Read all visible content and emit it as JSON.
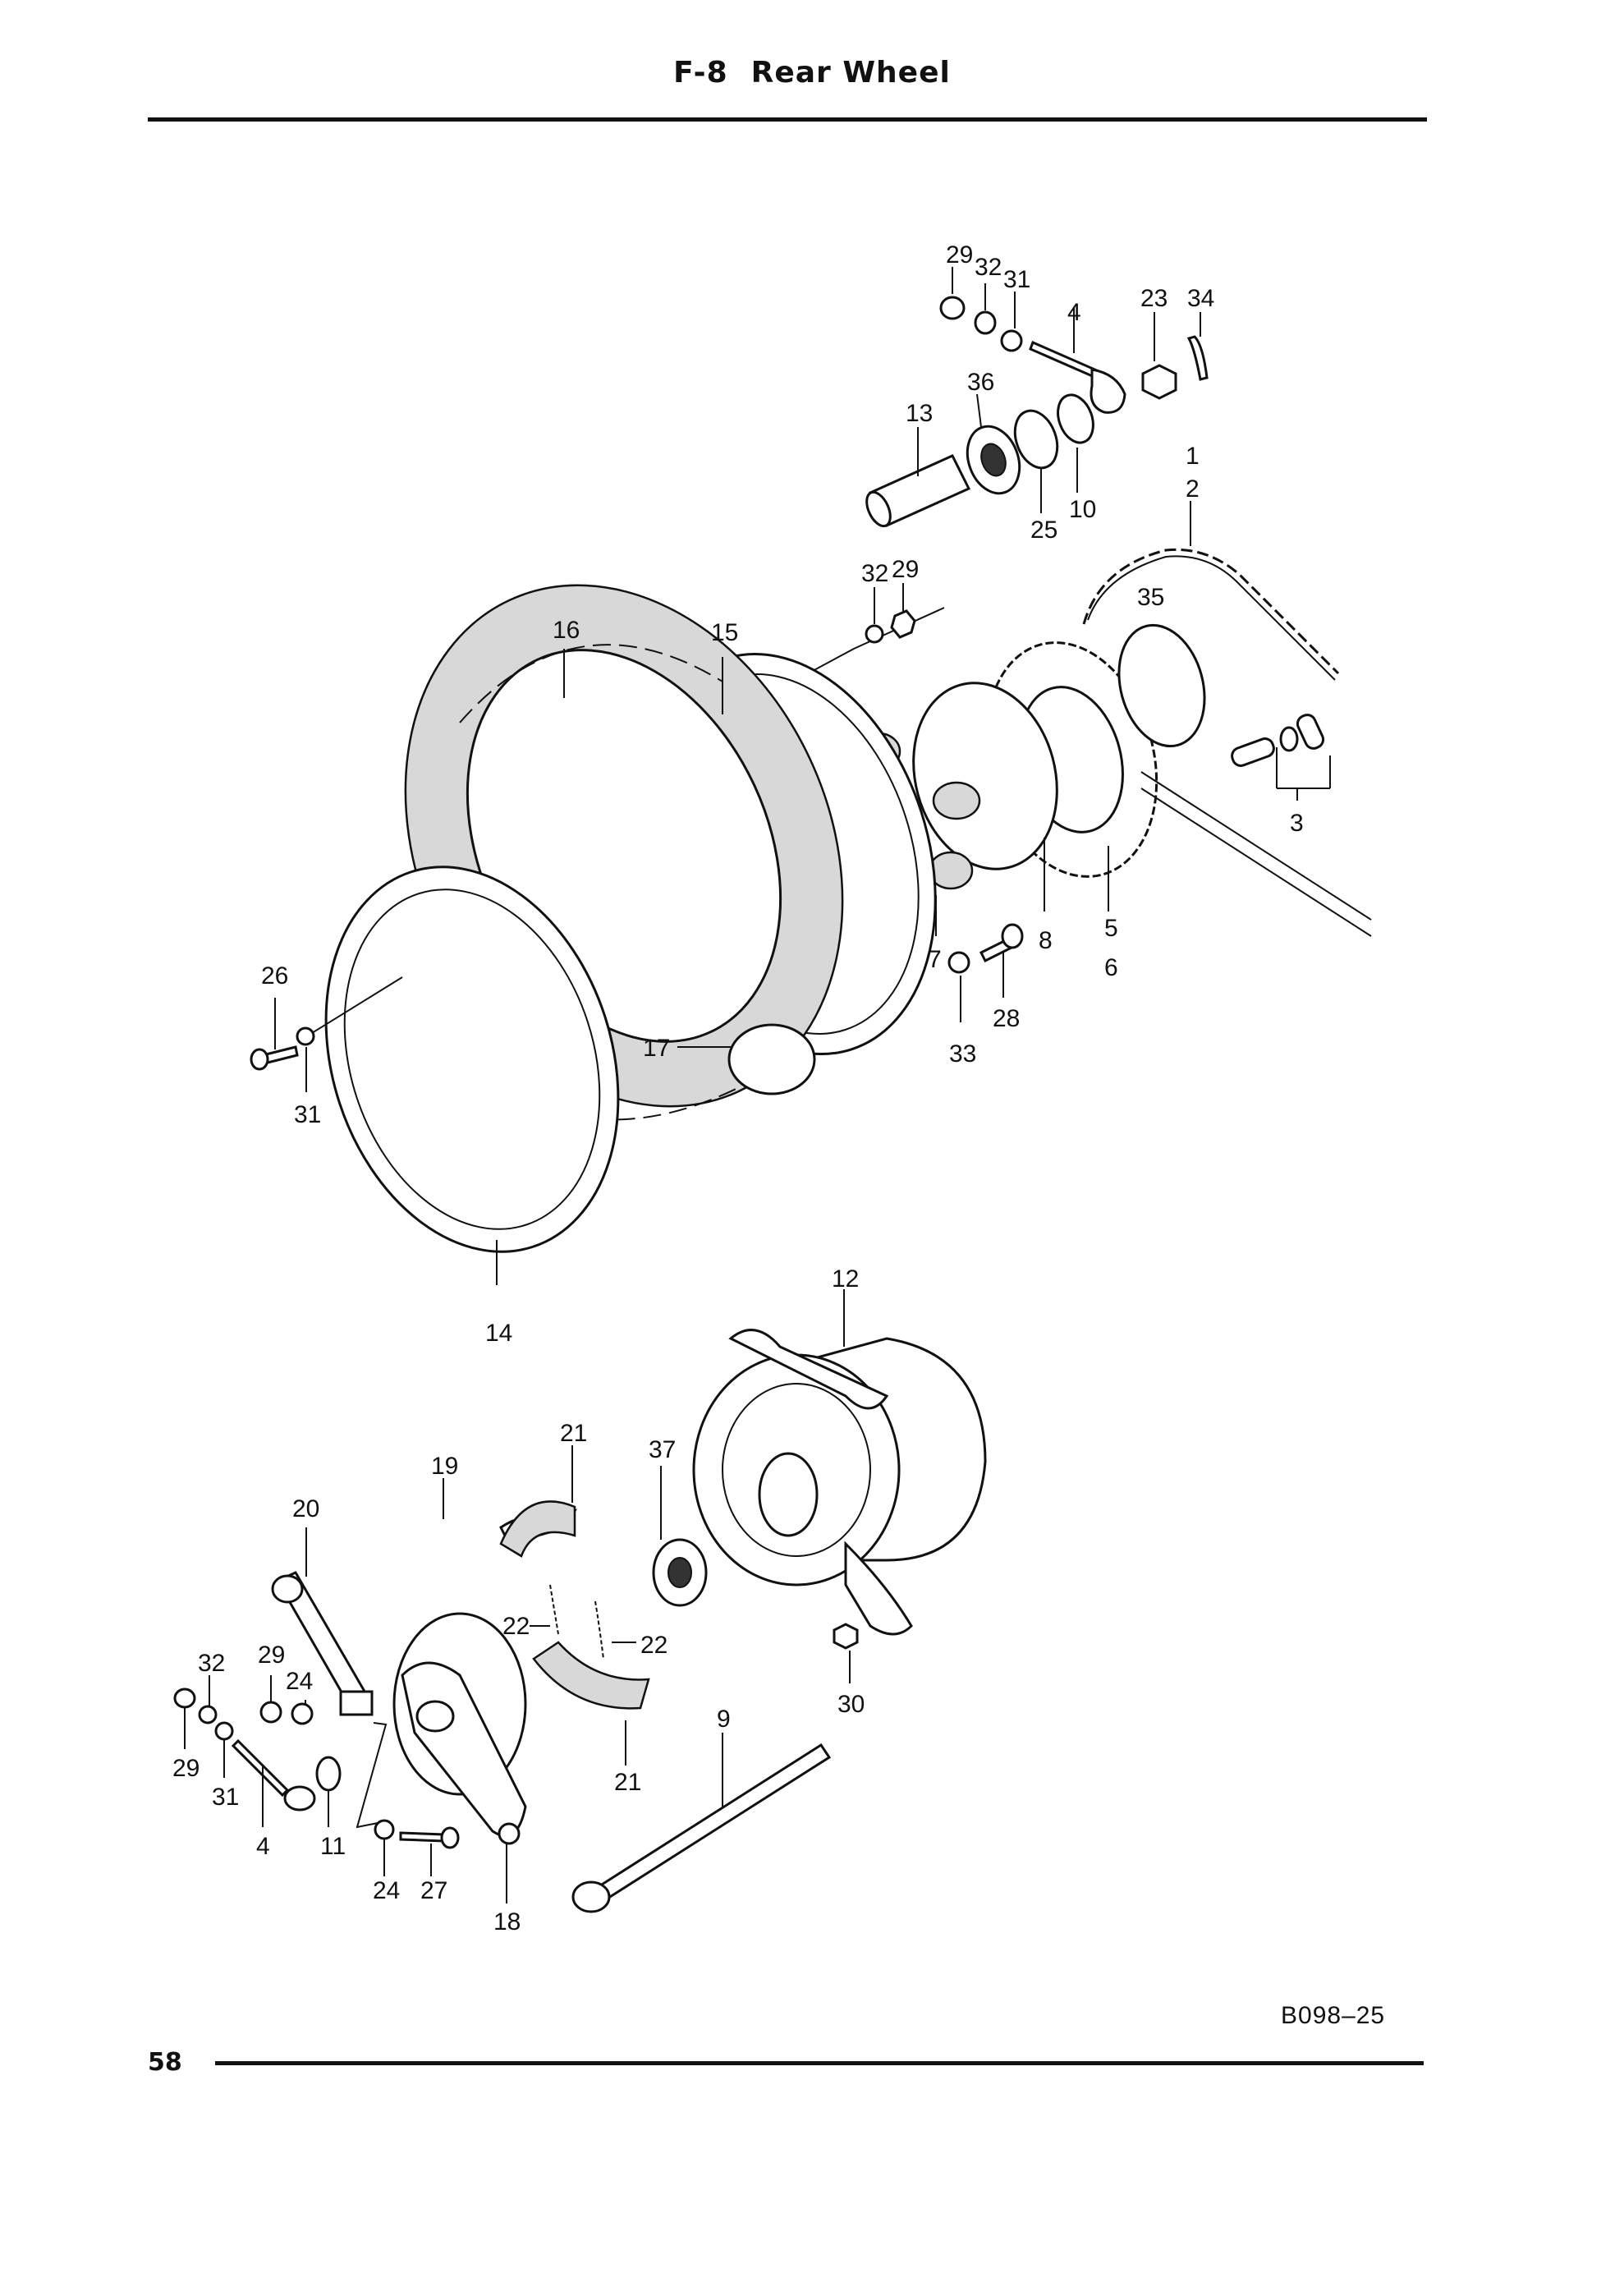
{
  "header": {
    "section": "F-8",
    "title": "Rear Wheel"
  },
  "footer": {
    "page_number": "58",
    "drawing_code": "B098–25"
  },
  "callouts": {
    "n29a": "29",
    "n32a": "32",
    "n31a": "31",
    "n4a": "4",
    "n23": "23",
    "n34": "34",
    "n36": "36",
    "n13": "13",
    "n25": "25",
    "n10": "10",
    "n1": "1",
    "n2": "2",
    "n32b": "32",
    "n29b": "29",
    "n35": "35",
    "n16": "16",
    "n15": "15",
    "n3": "3",
    "n5": "5",
    "n6": "6",
    "n7": "7",
    "n8": "8",
    "n28": "28",
    "n33": "33",
    "n26": "26",
    "n31b": "31",
    "n17": "17",
    "n14": "14",
    "n12": "12",
    "n19": "19",
    "n21a": "21",
    "n37": "37",
    "n20": "20",
    "n22a": "22",
    "n22b": "22",
    "n30": "30",
    "n32c": "32",
    "n29c": "29",
    "n24a": "24",
    "n29d": "29",
    "n31c": "31",
    "n9": "9",
    "n4b": "4",
    "n11": "11",
    "n24b": "24",
    "n27": "27",
    "n21b": "21",
    "n18": "18"
  }
}
